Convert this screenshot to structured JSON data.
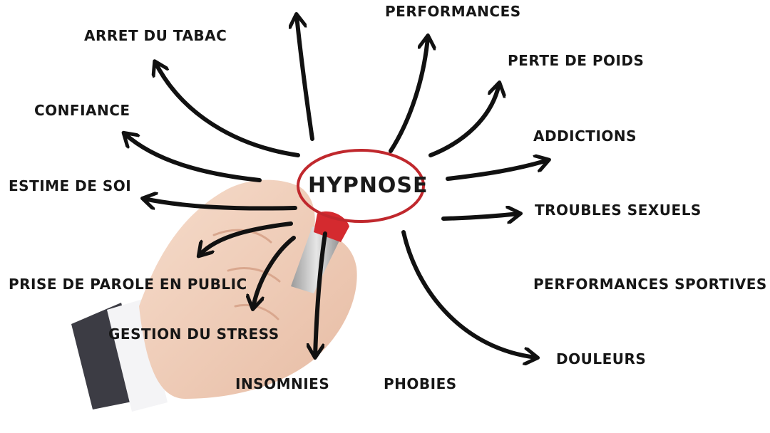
{
  "center": {
    "label": "HYPNOSE"
  },
  "topics": [
    {
      "id": "performances",
      "label": "PERFORMANCES"
    },
    {
      "id": "arret-du-tabac",
      "label": "ARRET DU TABAC"
    },
    {
      "id": "perte-de-poids",
      "label": "PERTE DE POIDS"
    },
    {
      "id": "confiance",
      "label": "CONFIANCE"
    },
    {
      "id": "addictions",
      "label": "ADDICTIONS"
    },
    {
      "id": "estime-de-soi",
      "label": "ESTIME DE SOI"
    },
    {
      "id": "troubles-sexuels",
      "label": "TROUBLES SEXUELS"
    },
    {
      "id": "prise-de-parole-en-public",
      "label": "PRISE DE PAROLE EN PUBLIC"
    },
    {
      "id": "performances-sportives",
      "label": "PERFORMANCES SPORTIVES"
    },
    {
      "id": "gestion-du-stress",
      "label": "GESTION DU STRESS"
    },
    {
      "id": "douleurs",
      "label": "DOULEURS"
    },
    {
      "id": "insomnies",
      "label": "INSOMNIES"
    },
    {
      "id": "phobies",
      "label": "PHOBIES"
    }
  ],
  "colors": {
    "ink": "#111111",
    "circle": "#c0282d",
    "marker_cap": "#d42a2f",
    "skin": "#f0ceb8",
    "sleeve": "#3c3c44"
  }
}
